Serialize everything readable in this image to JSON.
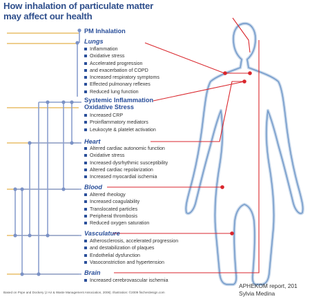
{
  "title_lines": [
    "How inhalation of particulate matter",
    "may affect our health"
  ],
  "sections": [
    {
      "key": "pm",
      "header": [
        "PM Inhalation"
      ],
      "style": "bold",
      "items": []
    },
    {
      "key": "lungs",
      "header": [
        "Lungs"
      ],
      "style": "italic",
      "items": [
        "Inflammation",
        "Oxidative stress",
        "Accelerated progression",
        "and exacerbation of COPD",
        "Increased respiratory symptoms",
        "Effected pulmonary reflexes",
        "Reduced lung function"
      ]
    },
    {
      "key": "systemic",
      "header": [
        "Systemic Inflammation",
        "Oxidative Stress"
      ],
      "style": "bold",
      "items": [
        "Increased CRP",
        "Proinflammatory mediators",
        "Leukocyte & platelet activation"
      ]
    },
    {
      "key": "heart",
      "header": [
        "Heart"
      ],
      "style": "italic",
      "items": [
        "Altered cardiac autonomic function",
        "Oxidative stress",
        "Increased dysrhythmic susceptibility",
        "Altered cardiac repolarization",
        "Increased myocardial ischemia"
      ]
    },
    {
      "key": "blood",
      "header": [
        "Blood"
      ],
      "style": "italic",
      "items": [
        "Altered rheology",
        "Increased coagulability",
        "Translocated particles",
        "Peripheral thrombosis",
        "Reduced oxygen saturation"
      ]
    },
    {
      "key": "vasculature",
      "header": [
        "Vasculature"
      ],
      "style": "italic",
      "items": [
        "Atherosclerosis, accelerated progression",
        "and destabilization of plaques",
        "Endothelial dysfunction",
        "Vasoconstriction and hypertension"
      ]
    },
    {
      "key": "brain",
      "header": [
        "Brain"
      ],
      "style": "italic",
      "items": [
        "Increased cerebrovascular ischemia"
      ]
    }
  ],
  "footer": "Based on Pope and Dockery (J Air & Waste Management Association, 2006). Illustration: ©2009 fischerdesign.com",
  "credit_lines": [
    "APHEKOM report, 201",
    "Sylvia Medina"
  ],
  "colors": {
    "title": "#2f4f8c",
    "header": "#2a4f9a",
    "line": "#8a9fce",
    "red": "#d9262c",
    "body_outline": "#9bb8da",
    "gold": "#e4b04b"
  }
}
